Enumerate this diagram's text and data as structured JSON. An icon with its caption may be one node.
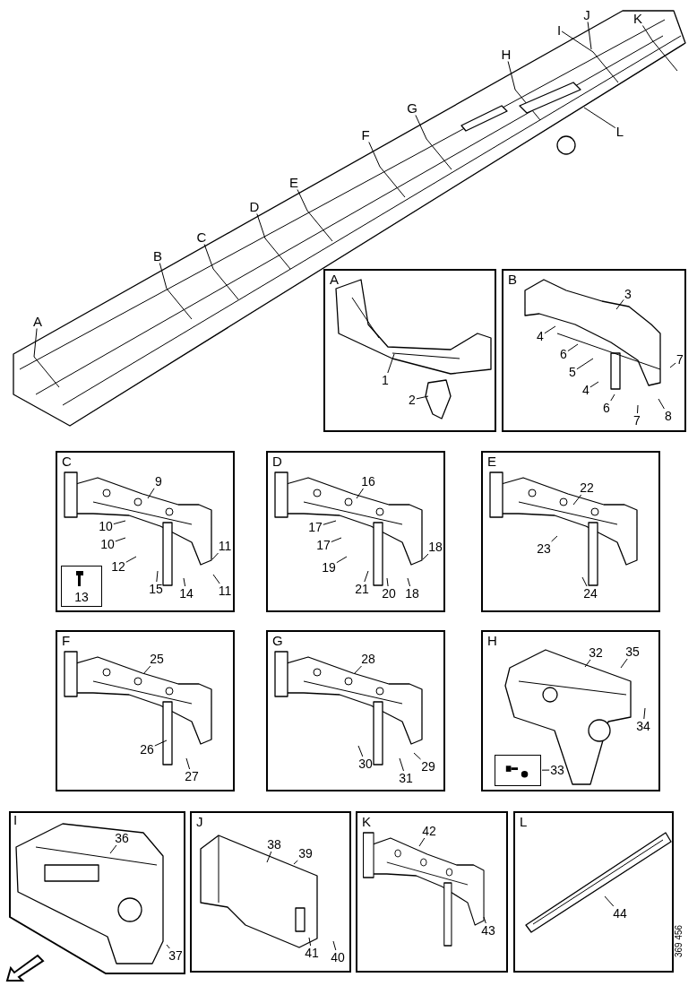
{
  "diagram": {
    "nodes": [
      {
        "text": [
          "A"
        ]
      },
      {
        "text": [
          "B"
        ]
      },
      {
        "text": [
          "C"
        ]
      },
      {
        "text": [
          "D"
        ]
      },
      {
        "text": [
          "E"
        ]
      },
      {
        "text": [
          "F"
        ]
      },
      {
        "text": [
          "G"
        ]
      },
      {
        "text": [
          "H"
        ]
      },
      {
        "text": [
          "I"
        ]
      },
      {
        "text": [
          "J"
        ]
      },
      {
        "text": [
          "K"
        ]
      },
      {
        "text": [
          "L"
        ]
      },
      {
        "text": [
          "A"
        ]
      },
      {
        "text": [
          "1"
        ],
        "in": 12
      },
      {
        "text": [
          "2"
        ],
        "in": 12
      },
      {
        "text": [
          "B"
        ]
      },
      {
        "text": [
          "3"
        ],
        "in": 15
      },
      {
        "text": [
          "4"
        ],
        "in": 15
      },
      {
        "text": [
          "6"
        ],
        "in": 15
      },
      {
        "text": [
          "5"
        ],
        "in": 15
      },
      {
        "text": [
          "4"
        ],
        "in": 15
      },
      {
        "text": [
          "6"
        ],
        "in": 15
      },
      {
        "text": [
          "7"
        ],
        "in": 15
      },
      {
        "text": [
          "8"
        ],
        "in": 15
      },
      {
        "text": [
          "7"
        ],
        "in": 15
      },
      {
        "text": [
          "C"
        ]
      },
      {
        "text": [
          "9"
        ],
        "in": 25
      },
      {
        "text": [
          "10"
        ],
        "in": 25
      },
      {
        "text": [
          "10"
        ],
        "in": 25
      },
      {
        "text": [
          "11"
        ],
        "in": 25
      },
      {
        "text": [
          "12"
        ],
        "in": 25
      },
      {
        "text": [
          "15"
        ],
        "in": 25
      },
      {
        "text": [
          "14"
        ],
        "in": 25
      },
      {
        "text": [
          "11"
        ],
        "in": 25
      },
      {
        "text": [
          "13"
        ],
        "in": 25
      },
      {
        "text": [
          "D"
        ]
      },
      {
        "text": [
          "16"
        ],
        "in": 35
      },
      {
        "text": [
          "17"
        ],
        "in": 35
      },
      {
        "text": [
          "17"
        ],
        "in": 35
      },
      {
        "text": [
          "18"
        ],
        "in": 35
      },
      {
        "text": [
          "19"
        ],
        "in": 35
      },
      {
        "text": [
          "21"
        ],
        "in": 35
      },
      {
        "text": [
          "20"
        ],
        "in": 35
      },
      {
        "text": [
          "18"
        ],
        "in": 35
      },
      {
        "text": [
          "E"
        ]
      },
      {
        "text": [
          "22"
        ],
        "in": 44
      },
      {
        "text": [
          "23"
        ],
        "in": 44
      },
      {
        "text": [
          "24"
        ],
        "in": 44
      },
      {
        "text": [
          "F"
        ]
      },
      {
        "text": [
          "25"
        ],
        "in": 48
      },
      {
        "text": [
          "26"
        ],
        "in": 48
      },
      {
        "text": [
          "27"
        ],
        "in": 48
      },
      {
        "text": [
          "G"
        ]
      },
      {
        "text": [
          "28"
        ],
        "in": 52
      },
      {
        "text": [
          "30"
        ],
        "in": 52
      },
      {
        "text": [
          "31"
        ],
        "in": 52
      },
      {
        "text": [
          "29"
        ],
        "in": 52
      },
      {
        "text": [
          "H"
        ]
      },
      {
        "text": [
          "32"
        ],
        "in": 57
      },
      {
        "text": [
          "35"
        ],
        "in": 57
      },
      {
        "text": [
          "34"
        ],
        "in": 57
      },
      {
        "text": [],
        "shape": "box",
        "in": 57
      },
      {
        "text": [
          "33"
        ],
        "in": 57
      },
      {
        "text": [
          "I"
        ]
      },
      {
        "text": [
          "36"
        ],
        "in": 63
      },
      {
        "text": [
          "37"
        ],
        "in": 63
      },
      {
        "text": [
          "J"
        ]
      },
      {
        "text": [
          "38"
        ],
        "in": 66
      },
      {
        "text": [
          "39"
        ],
        "in": 66
      },
      {
        "text": [
          "41"
        ],
        "in": 66
      },
      {
        "text": [
          "40"
        ],
        "in": 66
      },
      {
        "text": [
          "K"
        ]
      },
      {
        "text": [
          "42"
        ],
        "in": 71
      },
      {
        "text": [
          "43"
        ],
        "in": 71
      },
      {
        "text": [
          "L"
        ]
      },
      {
        "text": [
          "44"
        ],
        "in": 74
      }
    ],
    "edges": [
      {
        "from": 0,
        "to": null,
        "arrow": "none"
      },
      {
        "from": 1,
        "to": null,
        "arrow": "none"
      },
      {
        "from": 2,
        "to": null,
        "arrow": "none"
      },
      {
        "from": 3,
        "to": null,
        "arrow": "none"
      },
      {
        "from": 4,
        "to": null,
        "arrow": "none"
      },
      {
        "from": 5,
        "to": null,
        "arrow": "none"
      },
      {
        "from": 6,
        "to": null,
        "arrow": "none"
      },
      {
        "from": 7,
        "to": null,
        "arrow": "none"
      },
      {
        "from": 8,
        "to": null,
        "arrow": "none"
      },
      {
        "from": 9,
        "to": null,
        "arrow": "none"
      },
      {
        "from": 10,
        "to": null,
        "arrow": "none"
      },
      {
        "from": 11,
        "to": null,
        "arrow": "none"
      },
      {
        "from": 13,
        "to": null,
        "arrow": "none"
      },
      {
        "from": 14,
        "to": null,
        "arrow": "none"
      },
      {
        "from": 16,
        "to": null,
        "arrow": "none"
      },
      {
        "from": 17,
        "to": null,
        "arrow": "none"
      },
      {
        "from": 18,
        "to": null,
        "arrow": "none"
      },
      {
        "from": 19,
        "to": null,
        "arrow": "none"
      },
      {
        "from": 20,
        "to": null,
        "arrow": "none"
      },
      {
        "from": 21,
        "to": null,
        "arrow": "none"
      },
      {
        "from": 22,
        "to": null,
        "arrow": "none"
      },
      {
        "from": 23,
        "to": null,
        "arrow": "none"
      },
      {
        "from": 24,
        "to": null,
        "arrow": "none"
      },
      {
        "from": 26,
        "to": null,
        "arrow": "none"
      },
      {
        "from": 27,
        "to": null,
        "arrow": "none"
      },
      {
        "from": 28,
        "to": null,
        "arrow": "none"
      },
      {
        "from": 29,
        "to": null,
        "arrow": "none"
      },
      {
        "from": 30,
        "to": null,
        "arrow": "none"
      },
      {
        "from": 31,
        "to": null,
        "arrow": "none"
      },
      {
        "from": 32,
        "to": null,
        "arrow": "none"
      },
      {
        "from": 33,
        "to": null,
        "arrow": "none"
      },
      {
        "from": 36,
        "to": null,
        "arrow": "none"
      },
      {
        "from": 37,
        "to": null,
        "arrow": "none"
      },
      {
        "from": 38,
        "to": null,
        "arrow": "none"
      },
      {
        "from": 39,
        "to": null,
        "arrow": "none"
      },
      {
        "from": 40,
        "to": null,
        "arrow": "none"
      },
      {
        "from": 41,
        "to": null,
        "arrow": "none"
      },
      {
        "from": 42,
        "to": null,
        "arrow": "none"
      },
      {
        "from": 43,
        "to": null,
        "arrow": "none"
      },
      {
        "from": 45,
        "to": null,
        "arrow": "none"
      },
      {
        "from": 46,
        "to": null,
        "arrow": "none"
      },
      {
        "from": 47,
        "to": null,
        "arrow": "none"
      },
      {
        "from": 49,
        "to": null,
        "arrow": "none"
      },
      {
        "from": 50,
        "to": null,
        "arrow": "none"
      },
      {
        "from": 51,
        "to": null,
        "arrow": "none"
      },
      {
        "from": 53,
        "to": null,
        "arrow": "none"
      },
      {
        "from": 54,
        "to": null,
        "arrow": "none"
      },
      {
        "from": 55,
        "to": null,
        "arrow": "none"
      },
      {
        "from": 56,
        "to": null,
        "arrow": "none"
      },
      {
        "from": 58,
        "to": null,
        "arrow": "none"
      },
      {
        "from": 59,
        "to": null,
        "arrow": "none"
      },
      {
        "from": 60,
        "to": null,
        "arrow": "none"
      },
      {
        "from": 62,
        "to": 61,
        "arrow": "none"
      },
      {
        "from": 64,
        "to": null,
        "arrow": "none"
      },
      {
        "from": 65,
        "to": null,
        "arrow": "none"
      },
      {
        "from": 67,
        "to": null,
        "arrow": "none"
      },
      {
        "from": 68,
        "to": null,
        "arrow": "none"
      },
      {
        "from": 69,
        "to": null,
        "arrow": "none"
      },
      {
        "from": 70,
        "to": null,
        "arrow": "none"
      },
      {
        "from": 72,
        "to": null,
        "arrow": "none"
      },
      {
        "from": 73,
        "to": null,
        "arrow": "none"
      },
      {
        "from": 75,
        "to": null,
        "arrow": "none"
      }
    ],
    "labels": [
      "369 456"
    ]
  }
}
